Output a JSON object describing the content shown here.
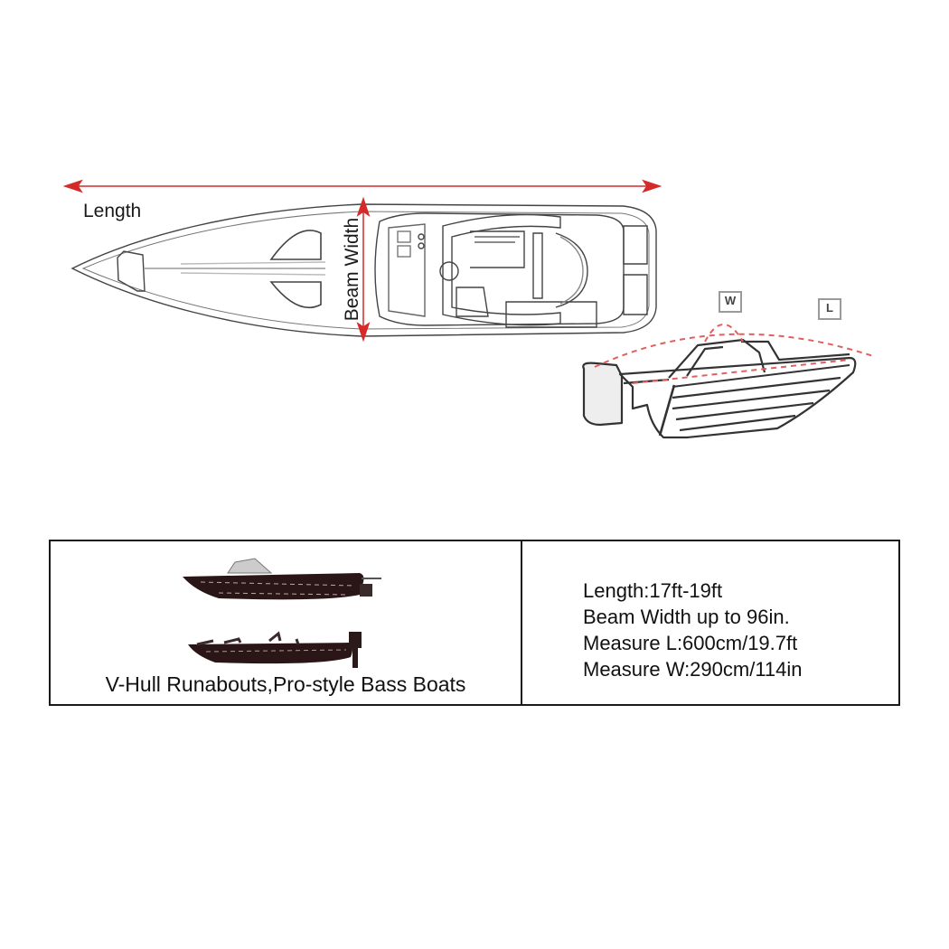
{
  "diagram": {
    "top_view": {
      "length_label": "Length",
      "beam_label": "Beam Width",
      "arrow_color": "#d42a2a"
    },
    "side_view": {
      "w_tag": "W",
      "l_tag": "L",
      "dash_color": "#e06060"
    }
  },
  "spec_table": {
    "boat_types_caption": "V-Hull Runabouts,Pro-style Bass Boats",
    "boat_icons": [
      "v-hull-runabout-icon",
      "bass-boat-icon"
    ],
    "specs": [
      "Length:17ft-19ft",
      "Beam Width up to 96in.",
      "Measure L:600cm/19.7ft",
      "Measure W:290cm/114in"
    ]
  }
}
